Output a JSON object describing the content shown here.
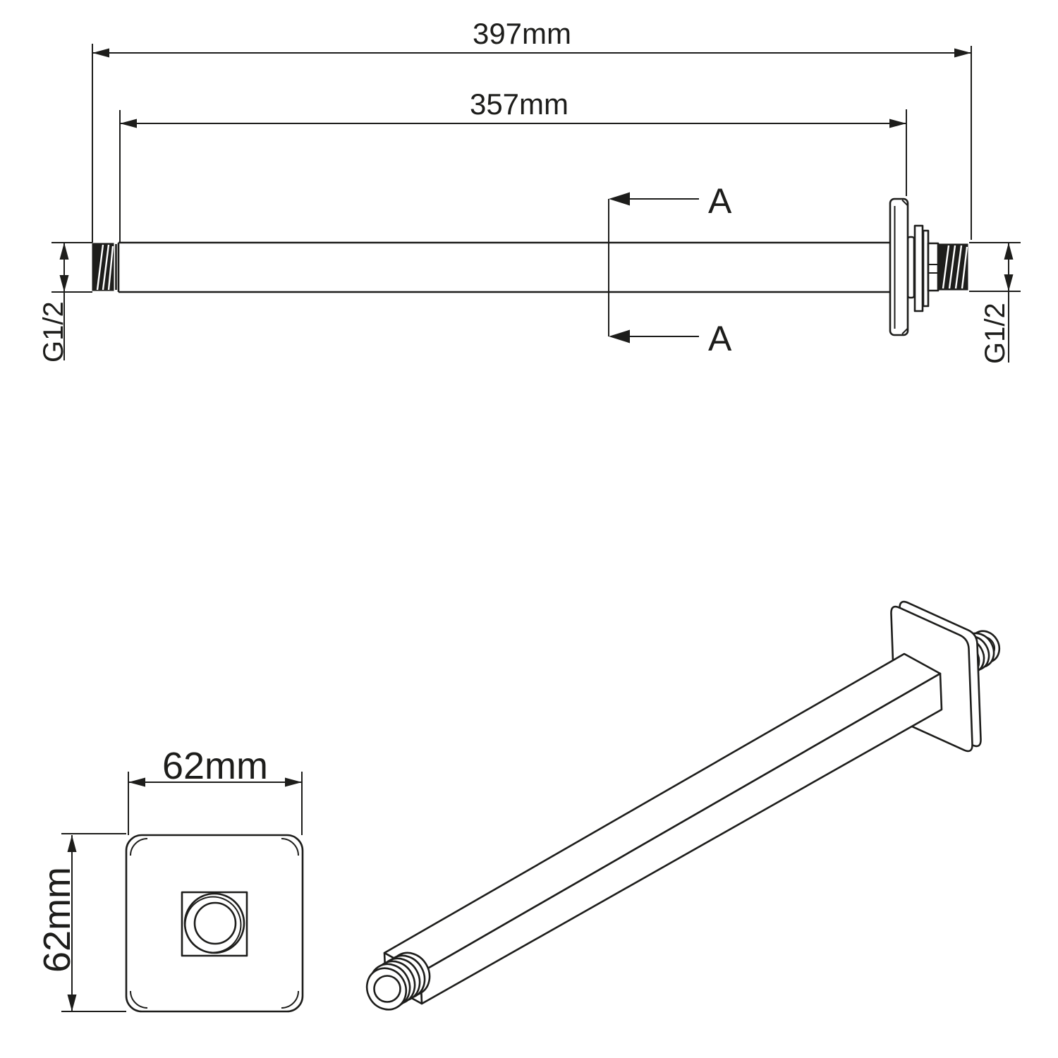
{
  "page": {
    "background": "#ffffff",
    "line_color": "#1d1d1b"
  },
  "side_view": {
    "dim_overall": "397mm",
    "dim_arm": "357mm",
    "thread_label_left": "G1/2",
    "thread_label_right": "G1/2",
    "section_label_top": "A",
    "section_label_bottom": "A"
  },
  "flange_view": {
    "dim_width": "62mm",
    "dim_height": "62mm"
  }
}
